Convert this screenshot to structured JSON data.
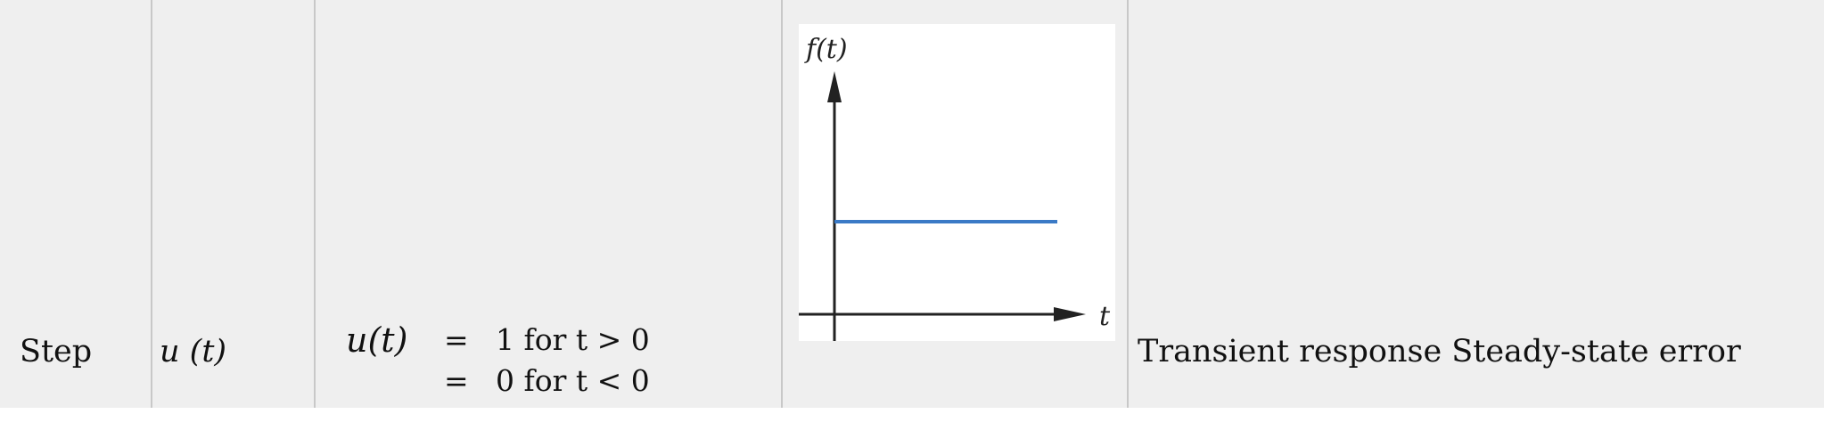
{
  "row": {
    "type_label": "Step",
    "function_label": "u (t)",
    "definition": {
      "lhs": "u(t)",
      "equals_1": "=",
      "rhs_1": "1 for t > 0",
      "equals_2": "=",
      "rhs_2": "0 for t < 0"
    },
    "graph": {
      "y_label": "f(t)",
      "x_label": "t",
      "line_color": "#3b7ac6",
      "axis_color": "#222222"
    },
    "use_label": "Transient response Steady-state error"
  }
}
